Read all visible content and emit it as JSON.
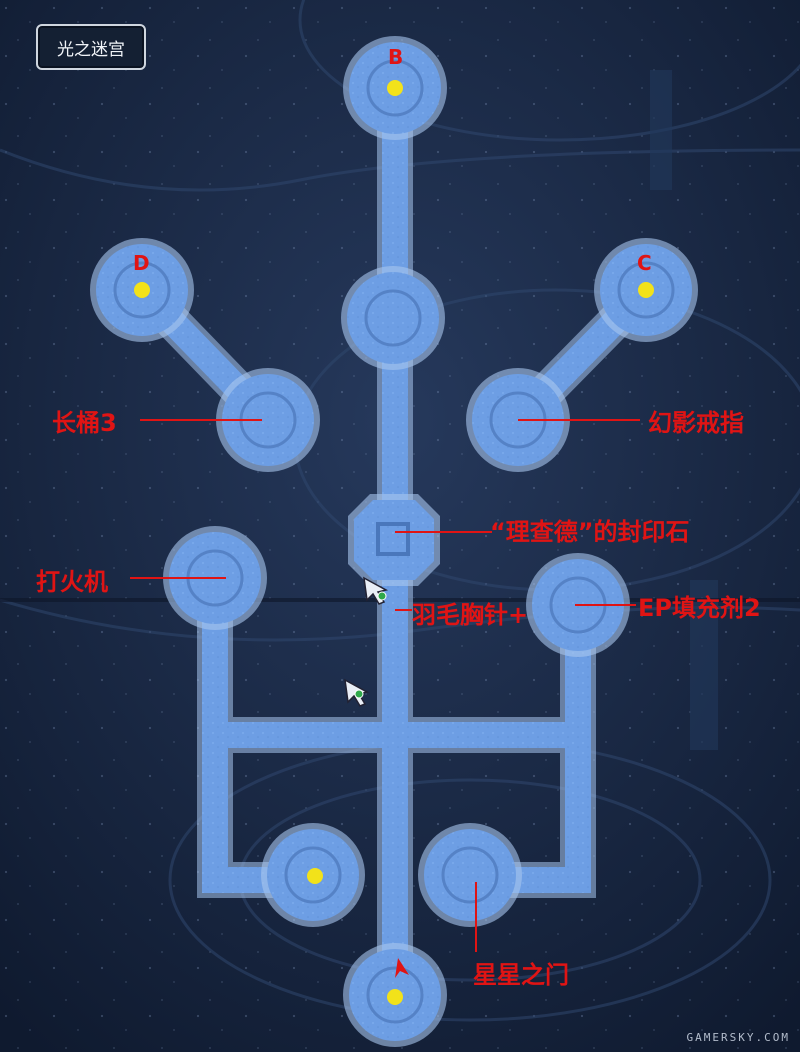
{
  "map": {
    "title": "光之迷宫",
    "watermark": "GAMERSKY.COM",
    "markers": {
      "b": "B",
      "c": "C",
      "d": "D"
    },
    "labels": {
      "long_bucket": "长桶3",
      "phantom_ring": "幻影戒指",
      "seal_stone": "“理查德”的封印石",
      "lighter": "打火机",
      "feather_brooch": "羽毛胸针+",
      "ep_refill": "EP填充剂2",
      "star_gate": "星星之门"
    },
    "colors": {
      "path_label": "#e01414",
      "room_fill": "#6f9fe3",
      "background": "#15233e",
      "chest_dot": "#f2e21a"
    }
  }
}
